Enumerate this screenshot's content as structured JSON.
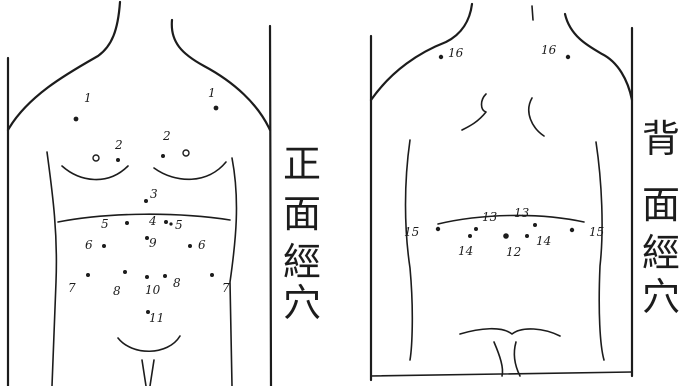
{
  "front": {
    "title": [
      "正",
      "面",
      "經",
      "穴"
    ],
    "points": [
      {
        "label": "1"
      },
      {
        "label": "1"
      },
      {
        "label": "2"
      },
      {
        "label": "2"
      },
      {
        "label": "3"
      },
      {
        "label": "5"
      },
      {
        "label": "4"
      },
      {
        "label": "5"
      },
      {
        "label": "6"
      },
      {
        "label": "9"
      },
      {
        "label": "6"
      },
      {
        "label": "7"
      },
      {
        "label": "8"
      },
      {
        "label": "10"
      },
      {
        "label": "8"
      },
      {
        "label": "7"
      },
      {
        "label": "11"
      }
    ]
  },
  "back": {
    "title": [
      "背",
      "面",
      "經",
      "穴"
    ],
    "points": [
      {
        "label": "16"
      },
      {
        "label": "16"
      },
      {
        "label": "15"
      },
      {
        "label": "13"
      },
      {
        "label": "13"
      },
      {
        "label": "15"
      },
      {
        "label": "14"
      },
      {
        "label": "12"
      },
      {
        "label": "14"
      }
    ]
  }
}
